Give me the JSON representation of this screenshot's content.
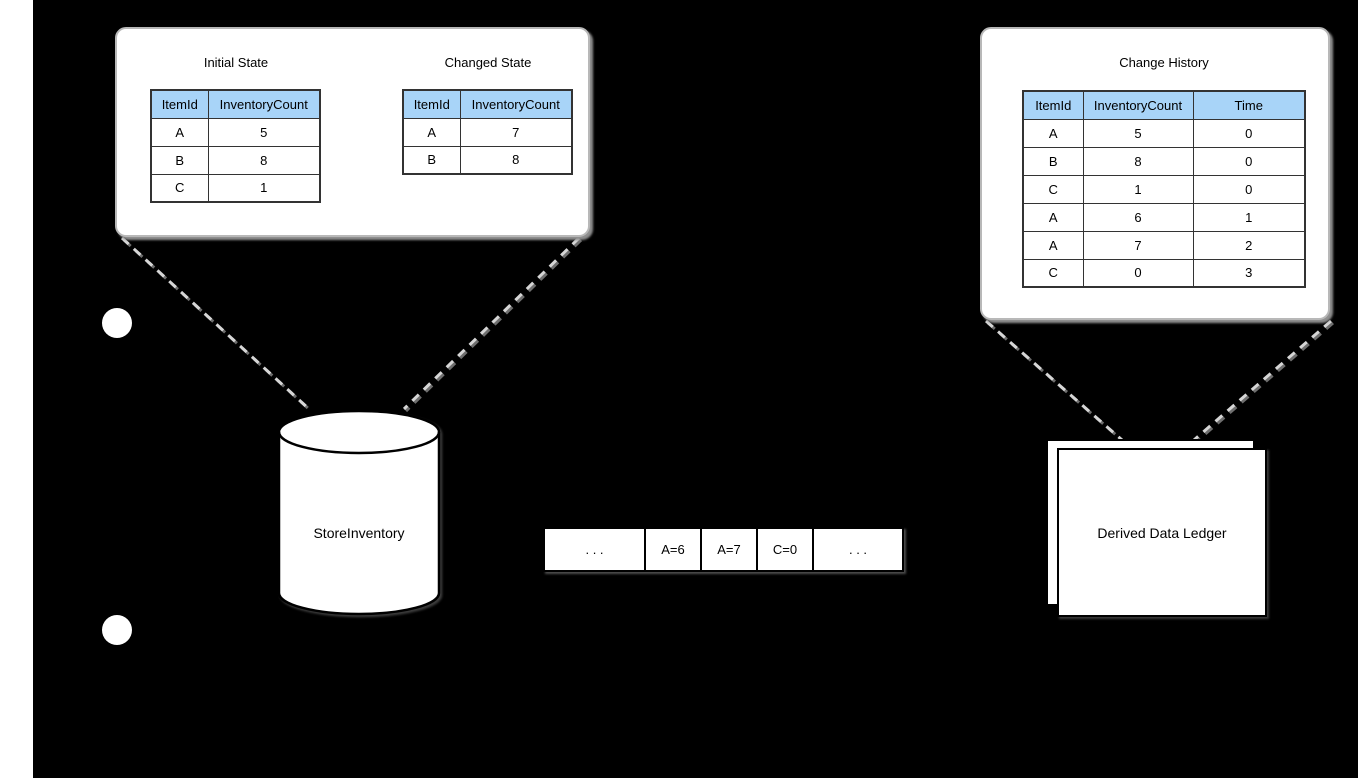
{
  "colors": {
    "background": "#000000",
    "page_margin": "#ffffff",
    "box_fill": "#ffffff",
    "box_border": "#b8b8b8",
    "table_header_fill": "#a8d4f8",
    "table_border": "#333333",
    "connector": "#d6d6d6",
    "connector_shadow": "#6e6e6e",
    "text": "#000000"
  },
  "initial_state": {
    "title": "Initial State",
    "columns": [
      "ItemId",
      "InventoryCount"
    ],
    "rows": [
      [
        "A",
        "5"
      ],
      [
        "B",
        "8"
      ],
      [
        "C",
        "1"
      ]
    ]
  },
  "changed_state": {
    "title": "Changed State",
    "columns": [
      "ItemId",
      "InventoryCount"
    ],
    "rows": [
      [
        "A",
        "7"
      ],
      [
        "B",
        "8"
      ]
    ]
  },
  "change_history": {
    "title": "Change History",
    "columns": [
      "ItemId",
      "InventoryCount",
      "Time"
    ],
    "rows": [
      [
        "A",
        "5",
        "0"
      ],
      [
        "B",
        "8",
        "0"
      ],
      [
        "C",
        "1",
        "0"
      ],
      [
        "A",
        "6",
        "1"
      ],
      [
        "A",
        "7",
        "2"
      ],
      [
        "C",
        "0",
        "3"
      ]
    ]
  },
  "store_inventory": {
    "label": "StoreInventory"
  },
  "event_stream": {
    "cells": [
      ". . .",
      "A=6",
      "A=7",
      "C=0",
      ". . ."
    ]
  },
  "derived_ledger": {
    "label": "Derived Data Ledger"
  }
}
